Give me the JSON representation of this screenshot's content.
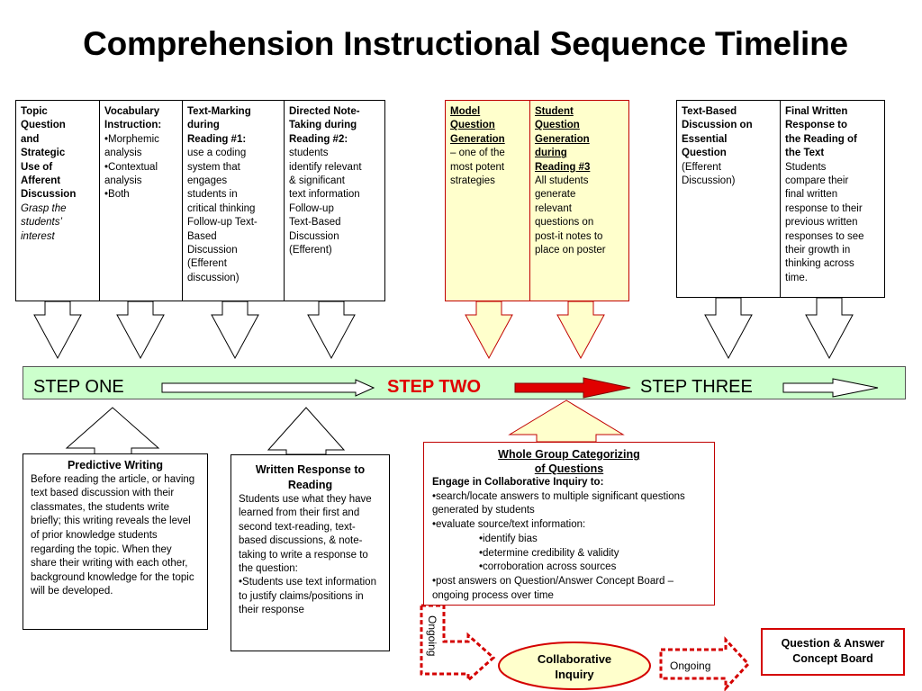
{
  "title": "Comprehension Instructional Sequence Timeline",
  "top_boxes": [
    {
      "lines": [
        {
          "text": "Topic",
          "style": "b"
        },
        {
          "text": "Question",
          "style": "b"
        },
        {
          "text": "and",
          "style": "b"
        },
        {
          "text": "Strategic",
          "style": "b"
        },
        {
          "text": "Use of",
          "style": "b"
        },
        {
          "text": "Afferent",
          "style": "b"
        },
        {
          "text": "Discussion",
          "style": "b"
        },
        {
          "text": "Grasp the",
          "style": "i"
        },
        {
          "text": "students’",
          "style": "i"
        },
        {
          "text": "interest",
          "style": "i"
        }
      ]
    },
    {
      "lines": [
        {
          "text": "Vocabulary",
          "style": "b"
        },
        {
          "text": "Instruction:",
          "style": "b"
        },
        {
          "text": "•Morphemic",
          "style": ""
        },
        {
          "text": "analysis",
          "style": ""
        },
        {
          "text": "•Contextual",
          "style": ""
        },
        {
          "text": "analysis",
          "style": ""
        },
        {
          "text": "•Both",
          "style": ""
        }
      ]
    },
    {
      "lines": [
        {
          "text": "Text-Marking",
          "style": "b"
        },
        {
          "text": "during",
          "style": "b"
        },
        {
          "text": "Reading #1:",
          "style": "b"
        },
        {
          "text": "use a coding",
          "style": ""
        },
        {
          "text": "system that",
          "style": ""
        },
        {
          "text": "engages",
          "style": ""
        },
        {
          "text": "students in",
          "style": ""
        },
        {
          "text": "critical thinking",
          "style": ""
        },
        {
          "text": "Follow-up Text-",
          "style": ""
        },
        {
          "text": "Based",
          "style": ""
        },
        {
          "text": "Discussion",
          "style": ""
        },
        {
          "text": "(Efferent",
          "style": ""
        },
        {
          "text": "discussion)",
          "style": ""
        }
      ]
    },
    {
      "lines": [
        {
          "text": "Directed Note-",
          "style": "b"
        },
        {
          "text": "Taking during",
          "style": "b"
        },
        {
          "text": "Reading #2:",
          "style": "b"
        },
        {
          "text": "students",
          "style": ""
        },
        {
          "text": "identify relevant",
          "style": ""
        },
        {
          "text": "& significant",
          "style": ""
        },
        {
          "text": "text information",
          "style": ""
        },
        {
          "text": "Follow-up",
          "style": ""
        },
        {
          "text": "Text-Based",
          "style": ""
        },
        {
          "text": "Discussion",
          "style": ""
        },
        {
          "text": "(Efferent)",
          "style": ""
        }
      ]
    },
    {
      "lines": [
        {
          "text": "Model",
          "style": "b u"
        },
        {
          "text": "Question",
          "style": "b u"
        },
        {
          "text": "Generation",
          "style": "b u"
        },
        {
          "text": "– one of the",
          "style": ""
        },
        {
          "text": "most potent",
          "style": ""
        },
        {
          "text": "strategies",
          "style": ""
        }
      ]
    },
    {
      "lines": [
        {
          "text": "Student",
          "style": "b u"
        },
        {
          "text": "Question",
          "style": "b u"
        },
        {
          "text": "Generation",
          "style": "b u"
        },
        {
          "text": "during",
          "style": "b u"
        },
        {
          "text": "Reading #3",
          "style": "b u"
        },
        {
          "text": "All students",
          "style": ""
        },
        {
          "text": "generate",
          "style": ""
        },
        {
          "text": "relevant",
          "style": ""
        },
        {
          "text": "questions on",
          "style": ""
        },
        {
          "text": "post-it notes to",
          "style": ""
        },
        {
          "text": "place on poster",
          "style": ""
        }
      ]
    },
    {
      "lines": [
        {
          "text": "Text-Based",
          "style": "b"
        },
        {
          "text": "Discussion on",
          "style": "b"
        },
        {
          "text": "Essential",
          "style": "b"
        },
        {
          "text": "Question",
          "style": "b"
        },
        {
          "text": "(Efferent",
          "style": ""
        },
        {
          "text": "Discussion)",
          "style": ""
        }
      ]
    },
    {
      "lines": [
        {
          "text": "Final Written",
          "style": "b"
        },
        {
          "text": "Response to",
          "style": "b"
        },
        {
          "text": "the Reading of",
          "style": "b"
        },
        {
          "text": "the Text",
          "style": "b"
        },
        {
          "text": "Students",
          "style": ""
        },
        {
          "text": "compare their",
          "style": ""
        },
        {
          "text": "final written",
          "style": ""
        },
        {
          "text": "response to their",
          "style": ""
        },
        {
          "text": "previous written",
          "style": ""
        },
        {
          "text": "responses to see",
          "style": ""
        },
        {
          "text": "their growth in",
          "style": ""
        },
        {
          "text": "thinking across",
          "style": ""
        },
        {
          "text": "time.",
          "style": ""
        }
      ]
    }
  ],
  "steps": {
    "one": "STEP ONE",
    "two": "STEP TWO",
    "three": "STEP THREE"
  },
  "predictive": {
    "heading": "Predictive Writing",
    "body": "Before reading the article, or having text based discussion with their classmates, the students write briefly; this writing reveals the level of prior knowledge students regarding the topic.  When they share their writing with each other, background knowledge for the topic will be developed."
  },
  "written_response": {
    "heading": "Written Response to Reading",
    "body": "Students use what they have learned from their first and second text-reading, text-based discussions, & note-taking to write a response to the question:",
    "bullet": "•Students use text information to justify claims/positions in their response"
  },
  "whole_group": {
    "heading_line1": "Whole Group Categorizing",
    "heading_line2": "of Questions",
    "engage": "Engage in Collaborative Inquiry to:",
    "items": [
      "•search/locate answers to multiple significant questions generated by students",
      "•evaluate source/text information:"
    ],
    "sub_items": [
      "•identify bias",
      "•determine credibility & validity",
      "•corroboration across sources"
    ],
    "last": "•post answers on Question/Answer Concept Board – ongoing process over time"
  },
  "collaborative": "Collaborative Inquiry",
  "ongoing_vertical": "Ongoing",
  "ongoing_horizontal": "Ongoing",
  "qa_board": "Question & Answer Concept Board",
  "colors": {
    "band": "#ccffcc",
    "yellow": "#ffffcc",
    "red": "#e00000"
  }
}
